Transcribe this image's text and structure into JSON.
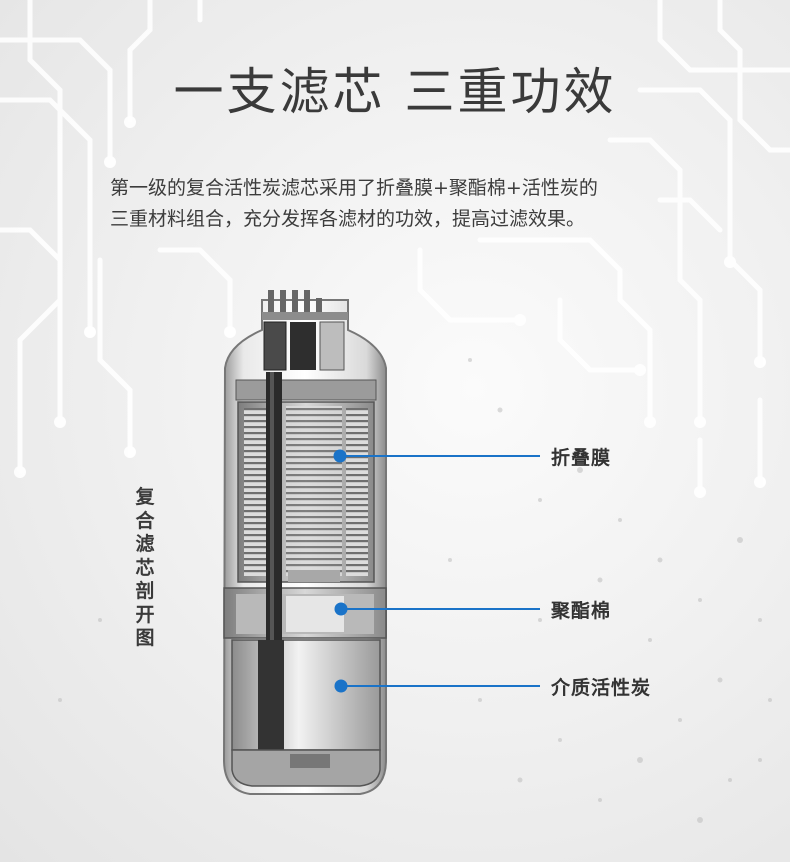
{
  "title": "一支滤芯  三重功效",
  "description": {
    "line1": "第一级的复合活性炭滤芯采用了折叠膜+聚酯棉+活性炭的",
    "line2": "三重材料组合，充分发挥各滤材的功效，提高过滤效果。"
  },
  "side_label": "复合滤芯剖开图",
  "callouts": [
    {
      "label": "折叠膜"
    },
    {
      "label": "聚酯棉"
    },
    {
      "label": "介质活性炭"
    }
  ],
  "colors": {
    "accent": "#1a73c8",
    "title": "#3a3a3a",
    "text": "#3c3c3c"
  }
}
